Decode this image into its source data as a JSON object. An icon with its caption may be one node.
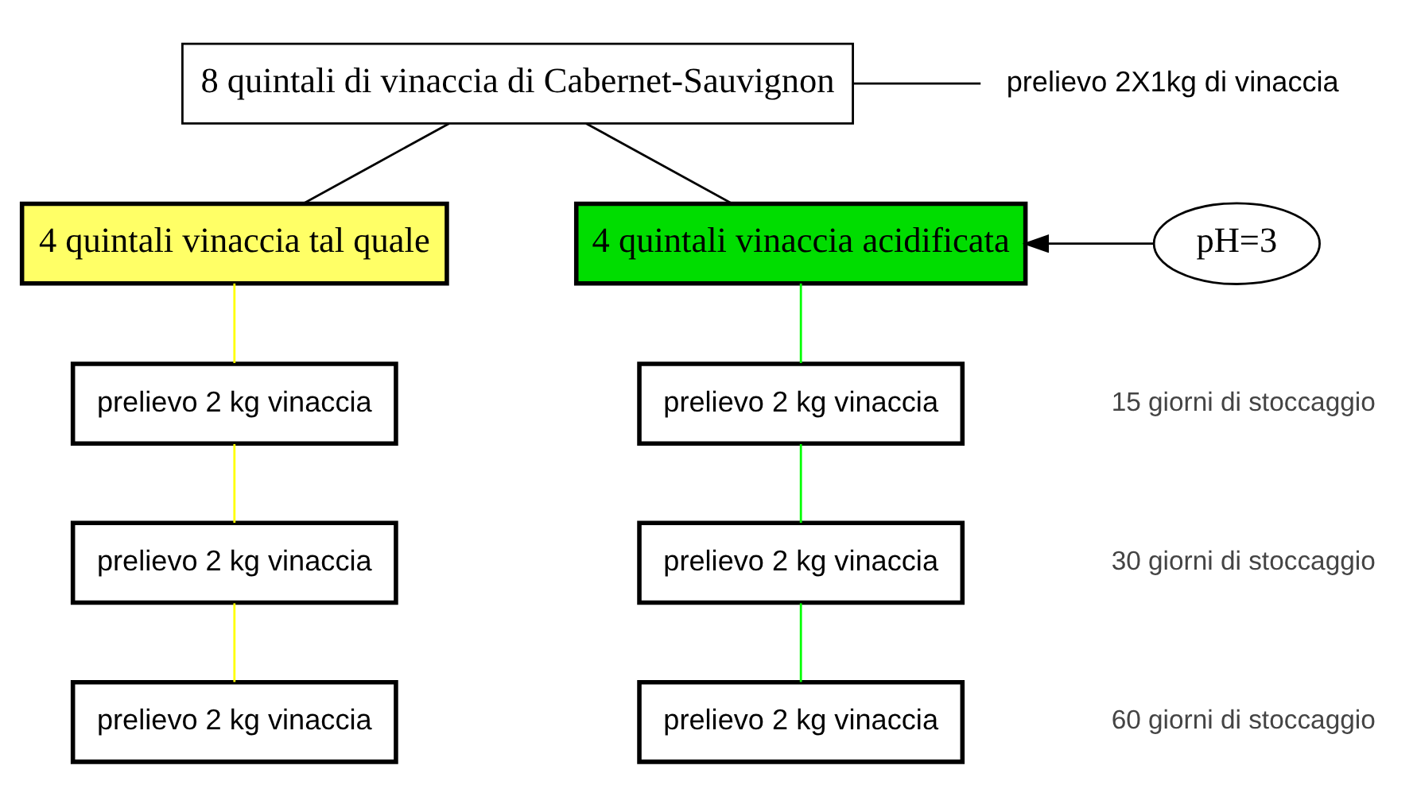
{
  "diagram": {
    "nodes": [
      {
        "text": [
          "8 quintali di vinaccia di Cabernet-Sauvignon"
        ]
      },
      {
        "text": [
          "prelievo 2X1kg di vinaccia"
        ]
      },
      {
        "text": [
          "4 quintali vinaccia tal quale"
        ]
      },
      {
        "text": [
          "4 quintali vinaccia acidificata"
        ]
      },
      {
        "text": [
          "pH=3"
        ]
      },
      {
        "text": [
          "prelievo 2 kg vinaccia"
        ]
      },
      {
        "text": [
          "prelievo 2 kg vinaccia"
        ]
      },
      {
        "text": [
          "prelievo 2 kg vinaccia"
        ]
      },
      {
        "text": [
          "prelievo 2 kg vinaccia"
        ]
      },
      {
        "text": [
          "prelievo 2 kg vinaccia"
        ]
      },
      {
        "text": [
          "prelievo 2 kg vinaccia"
        ]
      }
    ],
    "edges": [
      {
        "from": 0,
        "to": 1,
        "arrow": "none"
      },
      {
        "from": 0,
        "to": 2,
        "arrow": "none"
      },
      {
        "from": 0,
        "to": 3,
        "arrow": "none"
      },
      {
        "from": 4,
        "to": 3,
        "arrow": "to"
      },
      {
        "from": 2,
        "to": 5,
        "arrow": "none",
        "color": "#ffff00"
      },
      {
        "from": 5,
        "to": 7,
        "arrow": "none",
        "color": "#ffff00"
      },
      {
        "from": 7,
        "to": 9,
        "arrow": "none",
        "color": "#ffff00"
      },
      {
        "from": 3,
        "to": 6,
        "arrow": "none",
        "color": "#00ff00"
      },
      {
        "from": 6,
        "to": 8,
        "arrow": "none",
        "color": "#00ff00"
      },
      {
        "from": 8,
        "to": 10,
        "arrow": "none",
        "color": "#00ff00"
      }
    ],
    "labels": [
      "15 giorni di stoccaggio",
      "30 giorni di stoccaggio",
      "60 giorni di stoccaggio"
    ]
  }
}
